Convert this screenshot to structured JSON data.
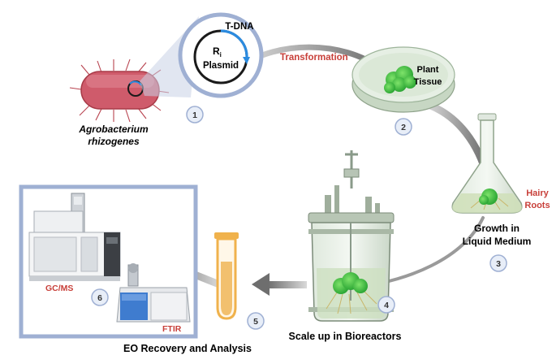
{
  "labels": {
    "tdna": "T-DNA",
    "ri_main": "R",
    "ri_sub": "i",
    "plasmid": "Plasmid",
    "transformation": "Transformation",
    "plant": "Plant",
    "tissue": "Tissue",
    "agro_line1": "Agrobacterium",
    "agro_line2": "rhizogenes",
    "hairy": "Hairy",
    "roots": "Roots",
    "growth_line1": "Growth in",
    "growth_line2": "Liquid Medium",
    "scaleup": "Scale up in Bioreactors",
    "eo": "EO Recovery and Analysis",
    "gcms": "GC/MS",
    "ftir": "FTIR"
  },
  "steps": [
    "1",
    "2",
    "3",
    "4",
    "5",
    "6"
  ],
  "colors": {
    "accent_red": "#c8403a",
    "frame_blue": "#9fb0d3",
    "plasmid_blue": "#2b8be0",
    "bacterium": "#cf5b6b",
    "plant_green": "#2fbf3a",
    "glass": "#e7efe7",
    "tube_orange": "#f0b24c",
    "arrow_gray": "#7d7d7d"
  },
  "icons": [
    "bacterium-icon",
    "plasmid-icon",
    "petri-dish-icon",
    "flask-icon",
    "bioreactor-icon",
    "test-tube-icon",
    "gc-ms-instrument-icon",
    "ftir-instrument-icon"
  ]
}
